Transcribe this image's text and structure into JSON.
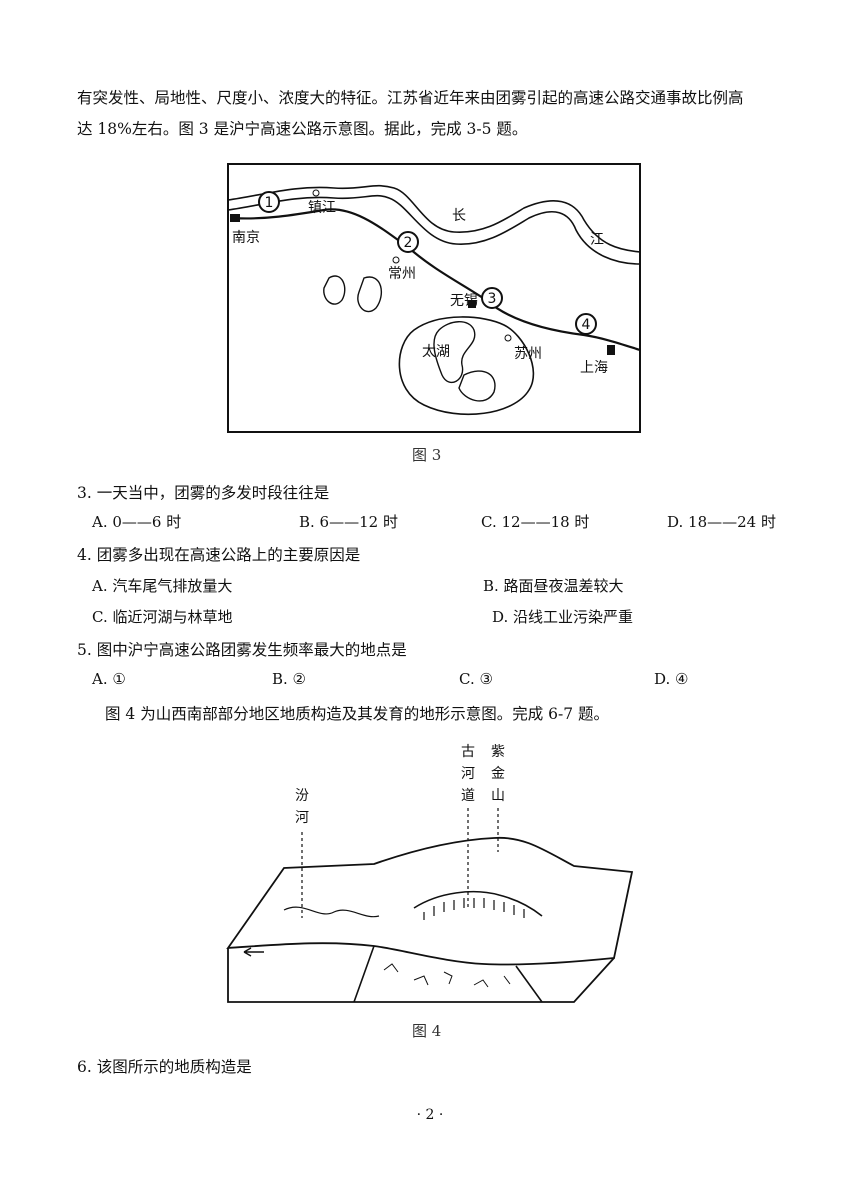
{
  "intro": {
    "line1": "有突发性、局地性、尺度小、浓度大的特征。江苏省近年来由团雾引起的高速公路交通事故比例高",
    "line2": "达 18%左右。图 3 是沪宁高速公路示意图。据此，完成 3-5 题。"
  },
  "map": {
    "caption": "图 3",
    "cities": {
      "nanjing": "南京",
      "zhenjiang": "镇江",
      "changzhou": "常州",
      "wuxi": "无锡",
      "suzhou": "苏州",
      "shanghai": "上海",
      "taihu": "太湖"
    },
    "river": {
      "chang": "长",
      "jiang": "江"
    },
    "markers": [
      "1",
      "2",
      "3",
      "4"
    ]
  },
  "q3": {
    "stem": "3. 一天当中，团雾的多发时段往往是",
    "options": [
      "A. 0——6 时",
      "B. 6——12 时",
      "C. 12——18 时",
      "D. 18——24 时"
    ]
  },
  "q4": {
    "stem": "4. 团雾多出现在高速公路上的主要原因是",
    "options": [
      "A. 汽车尾气排放量大",
      "B. 路面昼夜温差较大",
      "C. 临近河湖与林草地",
      "D. 沿线工业污染严重"
    ]
  },
  "q5": {
    "stem": "5. 图中沪宁高速公路团雾发生频率最大的地点是",
    "options": [
      "A. ①",
      "B. ②",
      "C. ③",
      "D. ④"
    ]
  },
  "fig4_intro": "图 4 为山西南部部分地区地质构造及其发育的地形示意图。完成 6-7 题。",
  "geo": {
    "caption": "图 4",
    "labels": {
      "fenhe": [
        "汾",
        "河"
      ],
      "guhedao": [
        "古",
        "河",
        "道"
      ],
      "zijinshan": [
        "紫",
        "金",
        "山"
      ]
    }
  },
  "q6": {
    "stem": "6. 该图所示的地质构造是"
  },
  "page_number": "· 2 ·"
}
